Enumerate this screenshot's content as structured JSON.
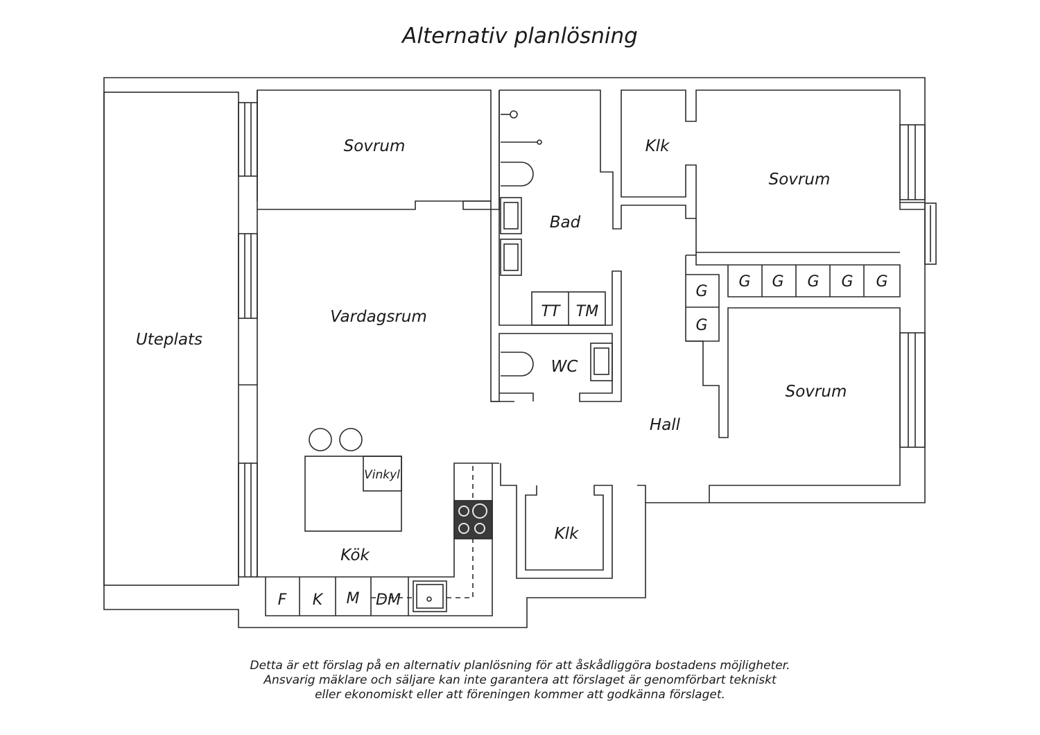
{
  "title": "Alternativ planlösning",
  "rooms": {
    "sovrum_1": "Sovrum",
    "sovrum_2": "Sovrum",
    "sovrum_3": "Sovrum",
    "klk_1": "Klk",
    "klk_2": "Klk",
    "bad": "Bad",
    "vardagsrum": "Vardagsrum",
    "uteplats": "Uteplats",
    "wc": "WC",
    "hall": "Hall",
    "kok": "Kök"
  },
  "appliances": {
    "tt": "TT",
    "tm": "TM",
    "vinkyl": "Vinkyl",
    "f": "F",
    "k": "K",
    "m": "M",
    "dm": "DM",
    "wardrobes": [
      "G",
      "G",
      "G",
      "G",
      "G",
      "G",
      "G"
    ]
  },
  "disclaimer": [
    "Detta är ett förslag på en alternativ planlösning för att åskådliggöra bostadens möjligheter.",
    "Ansvarig mäklare och säljare kan inte garantera att förslaget är genomförbart tekniskt",
    "eller ekonomiskt eller att föreningen kommer att godkänna förslaget."
  ]
}
